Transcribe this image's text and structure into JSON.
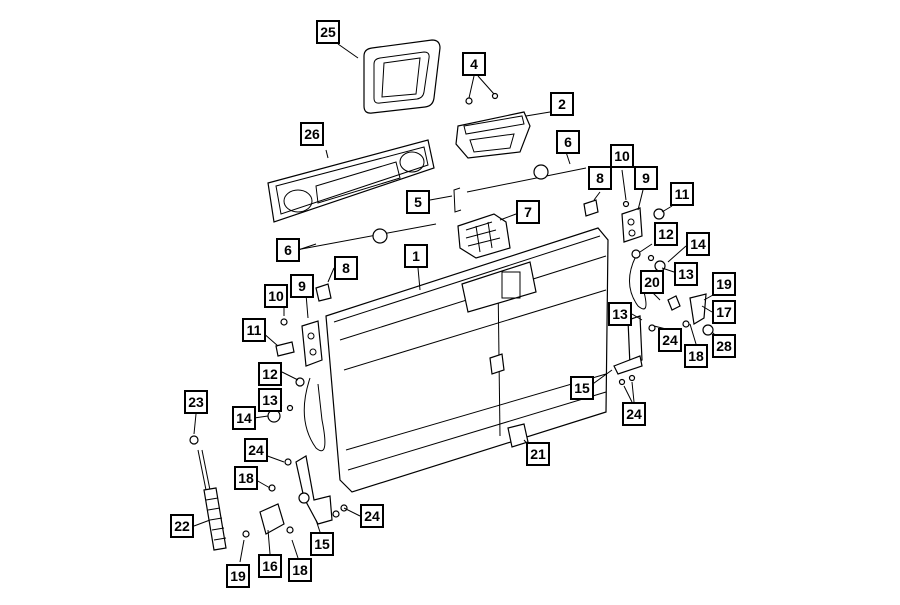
{
  "diagram": {
    "callouts": [
      {
        "id": "c-25",
        "label": "25"
      },
      {
        "id": "c-4",
        "label": "4"
      },
      {
        "id": "c-2",
        "label": "2"
      },
      {
        "id": "c-26",
        "label": "26"
      },
      {
        "id": "c-6a",
        "label": "6"
      },
      {
        "id": "c-10a",
        "label": "10"
      },
      {
        "id": "c-8a",
        "label": "8"
      },
      {
        "id": "c-9a",
        "label": "9"
      },
      {
        "id": "c-11a",
        "label": "11"
      },
      {
        "id": "c-5",
        "label": "5"
      },
      {
        "id": "c-7",
        "label": "7"
      },
      {
        "id": "c-12a",
        "label": "12"
      },
      {
        "id": "c-14a",
        "label": "14"
      },
      {
        "id": "c-6b",
        "label": "6"
      },
      {
        "id": "c-1",
        "label": "1"
      },
      {
        "id": "c-13a",
        "label": "13"
      },
      {
        "id": "c-20",
        "label": "20"
      },
      {
        "id": "c-19a",
        "label": "19"
      },
      {
        "id": "c-8b",
        "label": "8"
      },
      {
        "id": "c-10b",
        "label": "10"
      },
      {
        "id": "c-9b",
        "label": "9"
      },
      {
        "id": "c-17",
        "label": "17"
      },
      {
        "id": "c-13b",
        "label": "13"
      },
      {
        "id": "c-11b",
        "label": "11"
      },
      {
        "id": "c-24a",
        "label": "24"
      },
      {
        "id": "c-18a",
        "label": "18"
      },
      {
        "id": "c-28",
        "label": "28"
      },
      {
        "id": "c-12b",
        "label": "12"
      },
      {
        "id": "c-15a",
        "label": "15"
      },
      {
        "id": "c-13c",
        "label": "13"
      },
      {
        "id": "c-24b",
        "label": "24"
      },
      {
        "id": "c-23",
        "label": "23"
      },
      {
        "id": "c-14b",
        "label": "14"
      },
      {
        "id": "c-21",
        "label": "21"
      },
      {
        "id": "c-24c",
        "label": "24"
      },
      {
        "id": "c-18b",
        "label": "18"
      },
      {
        "id": "c-24d",
        "label": "24"
      },
      {
        "id": "c-22",
        "label": "22"
      },
      {
        "id": "c-15b",
        "label": "15"
      },
      {
        "id": "c-16",
        "label": "16"
      },
      {
        "id": "c-18c",
        "label": "18"
      },
      {
        "id": "c-19b",
        "label": "19"
      }
    ]
  }
}
